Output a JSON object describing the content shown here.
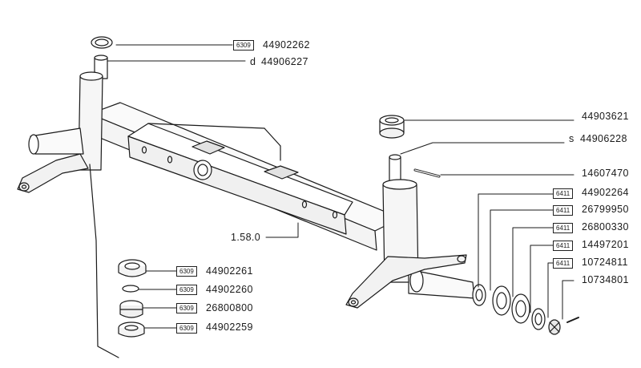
{
  "diagram": {
    "assembly_label": "1.58.0",
    "parts": [
      {
        "id": "p1",
        "ref": "6309",
        "code": "",
        "number": "44902262"
      },
      {
        "id": "p2",
        "ref": "",
        "code": "d",
        "number": "44906227"
      },
      {
        "id": "p3",
        "ref": "",
        "code": "",
        "number": "44903621"
      },
      {
        "id": "p4",
        "ref": "",
        "code": "s",
        "number": "44906228"
      },
      {
        "id": "p5",
        "ref": "",
        "code": "",
        "number": "14607470"
      },
      {
        "id": "p6",
        "ref": "6411",
        "code": "",
        "number": "44902264"
      },
      {
        "id": "p7",
        "ref": "6411",
        "code": "",
        "number": "26799950"
      },
      {
        "id": "p8",
        "ref": "6411",
        "code": "",
        "number": "26800330"
      },
      {
        "id": "p9",
        "ref": "6411",
        "code": "",
        "number": "14497201"
      },
      {
        "id": "p10",
        "ref": "6411",
        "code": "",
        "number": "10724811"
      },
      {
        "id": "p11",
        "ref": "",
        "code": "",
        "number": "10734801"
      },
      {
        "id": "p12",
        "ref": "6309",
        "code": "",
        "number": "44902261"
      },
      {
        "id": "p13",
        "ref": "6309",
        "code": "",
        "number": "44902260"
      },
      {
        "id": "p14",
        "ref": "6309",
        "code": "",
        "number": "26800800"
      },
      {
        "id": "p15",
        "ref": "6309",
        "code": "",
        "number": "44902259"
      }
    ]
  }
}
